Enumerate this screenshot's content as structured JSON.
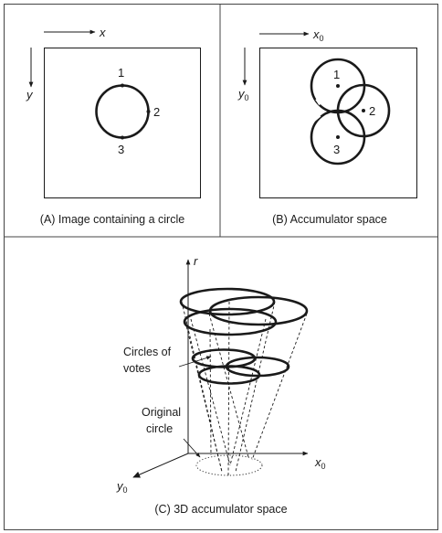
{
  "panel_a": {
    "x_label": "x",
    "y_label": "y",
    "point_labels": [
      "1",
      "2",
      "3"
    ],
    "caption": "(A) Image containing a circle"
  },
  "panel_b": {
    "x_label": "x",
    "x_sub": "0",
    "y_label": "y",
    "y_sub": "0",
    "point_labels": [
      "1",
      "2",
      "3"
    ],
    "caption": "(B) Accumulator space"
  },
  "panel_c": {
    "r_label": "r",
    "x_label": "x",
    "x_sub": "0",
    "y_label": "y",
    "y_sub": "0",
    "annotation_votes_line1": "Circles of",
    "annotation_votes_line2": "votes",
    "annotation_original_line1": "Original",
    "annotation_original_line2": "circle",
    "caption": "(C) 3D accumulator space"
  }
}
